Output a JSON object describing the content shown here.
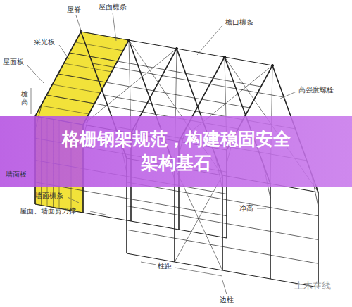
{
  "diagram": {
    "title": "格栅钢架规范，构建稳固安全架构基石",
    "labels": [
      "屋脊",
      "屋面檩条",
      "檐口檩条",
      "采光板",
      "屋面板",
      "高强度螺栓",
      "檐高",
      "墙面板",
      "墙面檩条",
      "屋面、墙面剪刀撑",
      "净高",
      "柱距",
      "边柱",
      "土木在线"
    ]
  }
}
